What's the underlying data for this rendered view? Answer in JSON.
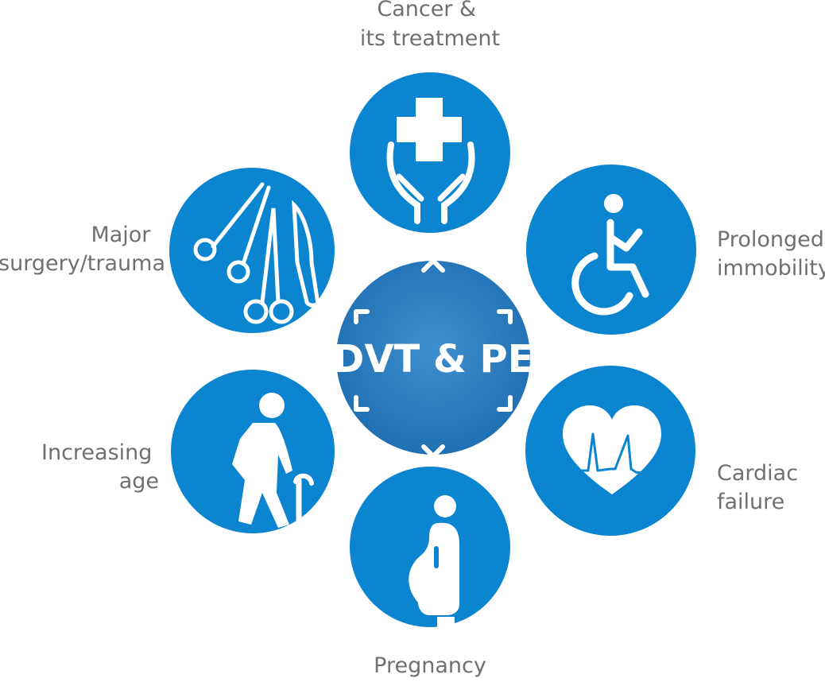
{
  "center": {
    "label": "DVT & PE"
  },
  "factors": [
    {
      "id": "cancer",
      "lines": [
        "Cancer &",
        "its treatment"
      ],
      "icon": "hands-cross-icon"
    },
    {
      "id": "immobility",
      "lines": [
        "Prolonged",
        "immobility"
      ],
      "icon": "wheelchair-icon"
    },
    {
      "id": "cardiac",
      "lines": [
        "Cardiac",
        "failure"
      ],
      "icon": "heart-ecg-icon"
    },
    {
      "id": "pregnancy",
      "lines": [
        "Pregnancy"
      ],
      "icon": "pregnant-woman-icon"
    },
    {
      "id": "age",
      "lines": [
        "Increasing",
        "age"
      ],
      "icon": "elderly-person-cane-icon"
    },
    {
      "id": "surgery",
      "lines": [
        "Major",
        "surgery/trauma"
      ],
      "icon": "surgical-instruments-icon"
    }
  ],
  "colors": {
    "circle": "#0b85d0",
    "center": "#2a78bd",
    "label": "#707070",
    "icon": "#ffffff"
  }
}
